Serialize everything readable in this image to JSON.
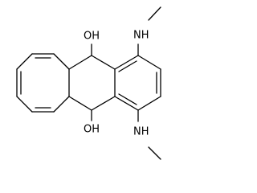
{
  "molecule": {
    "labels": {
      "hydroxyl_top": "OH",
      "hydroxyl_bottom": "OH",
      "amine_top": "NH",
      "amine_bottom": "NH"
    }
  }
}
